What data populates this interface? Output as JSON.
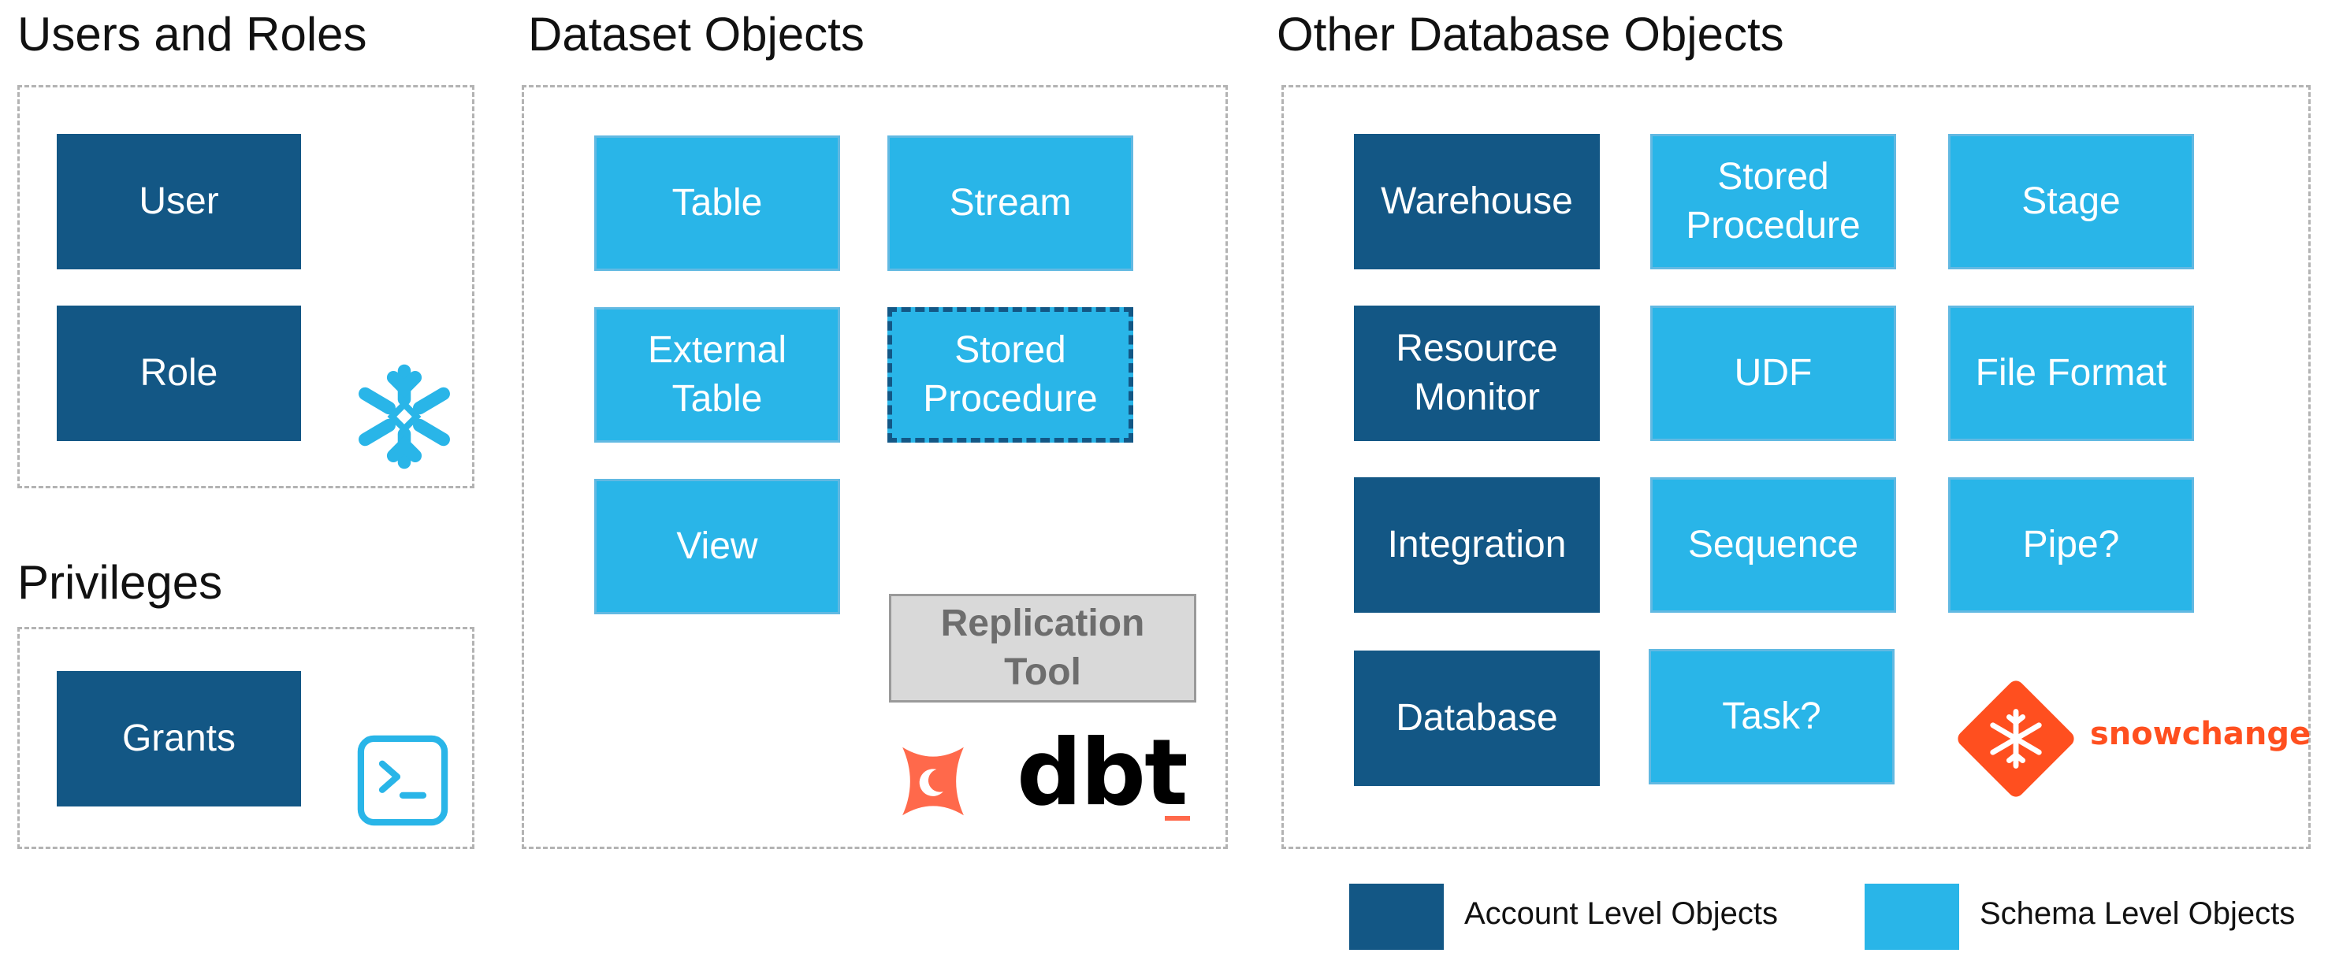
{
  "sections": {
    "users_roles": {
      "title": "Users and Roles",
      "boxes": [
        "User",
        "Role"
      ]
    },
    "privileges": {
      "title": "Privileges",
      "boxes": [
        "Grants"
      ]
    },
    "dataset": {
      "title": "Dataset Objects",
      "boxes": [
        "Table",
        "Stream",
        "External\nTable",
        "Stored\nProcedure",
        "View"
      ],
      "tool": "Replication\nTool",
      "dbt_logo": "dbt"
    },
    "other": {
      "title": "Other Database Objects",
      "account_boxes": [
        "Warehouse",
        "Resource\nMonitor",
        "Integration",
        "Database"
      ],
      "schema_boxes": [
        "Stored\nProcedure",
        "Stage",
        "UDF",
        "File Format",
        "Sequence",
        "Pipe?",
        "Task?"
      ],
      "snowchange_logo": "snowchange"
    }
  },
  "legend": {
    "account": "Account Level Objects",
    "schema": "Schema Level Objects"
  },
  "colors": {
    "account_level": "#135785",
    "schema_level": "#29b5e8",
    "tool": "#d9d9d9",
    "snowflake_icon": "#29b5e8",
    "dbt_accent": "#ff694b",
    "snowchange": "#ff4f1f"
  },
  "icons": [
    "snowflake-icon",
    "terminal-icon",
    "dbt-icon",
    "snowchange-icon"
  ]
}
